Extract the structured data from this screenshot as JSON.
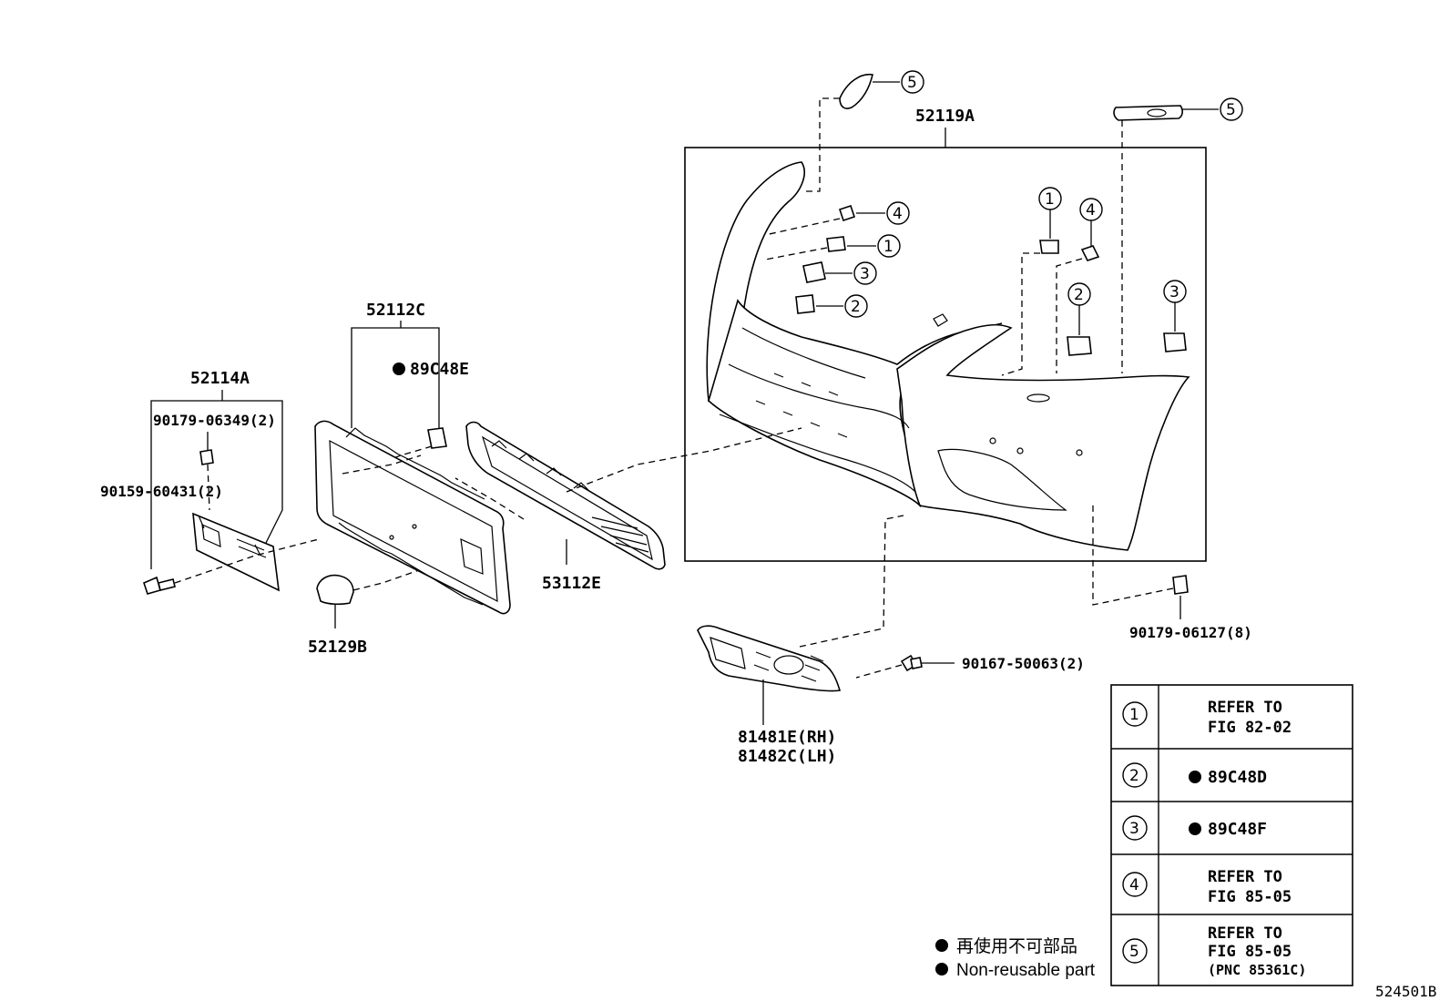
{
  "labels": {
    "bumper_cover": "52119A",
    "grille_assy": "52112C",
    "grille_retainer": "89C48E",
    "license_bracket": "52114A",
    "clip_90179_06349": "90179-06349(2)",
    "screw_90159_60431": "90159-60431(2)",
    "cover_52129B": "52129B",
    "grille_lower": "53112E",
    "fog_cover_rh": "81481E(RH)",
    "fog_cover_lh": "81482C(LH)",
    "screw_90167_50063": "90167-50063(2)",
    "clip_90179_06127": "90179-06127(8)",
    "diagram_number": "524501B"
  },
  "callouts": [
    "1",
    "2",
    "3",
    "4",
    "5"
  ],
  "reference_table": [
    {
      "num": "1",
      "line1": "REFER TO",
      "line2": "FIG 82-02",
      "line3": "",
      "nonreusable": false
    },
    {
      "num": "2",
      "line1": "89C48D",
      "line2": "",
      "line3": "",
      "nonreusable": true
    },
    {
      "num": "3",
      "line1": "89C48F",
      "line2": "",
      "line3": "",
      "nonreusable": true
    },
    {
      "num": "4",
      "line1": "REFER TO",
      "line2": "FIG 85-05",
      "line3": "",
      "nonreusable": false
    },
    {
      "num": "5",
      "line1": "REFER TO",
      "line2": "FIG 85-05",
      "line3": "(PNC 85361C)",
      "nonreusable": false
    }
  ],
  "legend": {
    "jp": "再使用不可部品",
    "en": "Non-reusable part"
  }
}
